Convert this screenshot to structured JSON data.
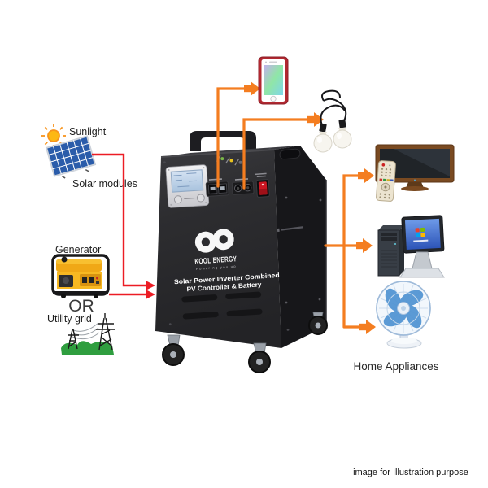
{
  "labels": {
    "sunlight": "Sunlight",
    "solar_modules": "Solar modules",
    "generator": "Generator",
    "or": "OR",
    "utility_grid": "Utility grid",
    "home_appliances": "Home Appliances",
    "footer_note": "image for Illustration purpose"
  },
  "device": {
    "brand": "KOOL ENERGY",
    "brand_tagline": "Powering you up",
    "product_title_line1": "Solar Power Inverter Combined",
    "product_title_line2": "PV Controller & Battery"
  },
  "icons": {
    "inputs": [
      "sun-icon",
      "solar-panel-icon",
      "generator-icon",
      "utility-grid-icon"
    ],
    "outputs": [
      "smartphone-icon",
      "led-bulbs-icon",
      "tv-icon",
      "remote-icon",
      "desktop-computer-icon",
      "table-fan-icon"
    ],
    "device": [
      "infinity-logo-icon",
      "lcd-display",
      "usb-ports",
      "dc-output-jacks",
      "power-switch",
      "caster-wheels",
      "carry-handle"
    ]
  },
  "colors": {
    "input_arrow_red": "#ec1c24",
    "output_wire_orange": "#f47d20",
    "device_front": "#2d2d30",
    "device_side": "#17171a",
    "power_switch_red": "#cc1622",
    "solar_panel_blue": "#2a5caa",
    "generator_yellow": "#f7b822",
    "fan_blue": "#4f93d2",
    "utility_grid_green": "#2f9e3f"
  }
}
